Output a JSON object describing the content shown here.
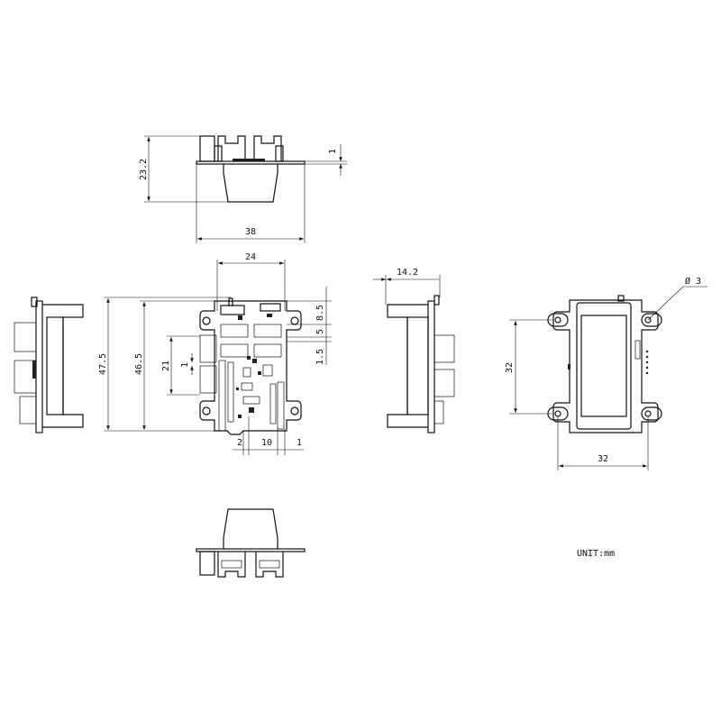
{
  "dimensions": {
    "top_height": "23.2",
    "top_width": "38",
    "top_pcb_thickness": "1",
    "front_width": "24",
    "front_height_overall": "47.5",
    "front_height_pcb": "46.5",
    "front_connector_span": "21",
    "front_connector_gap": "1",
    "front_right_a": "8.5",
    "front_right_b": "5",
    "front_right_c": "1.5",
    "front_bottom_a": "2",
    "front_bottom_b": "10",
    "front_bottom_c": "1",
    "side_depth": "14.2",
    "hole_diameter": "Ø 3",
    "hole_spacing_v": "32",
    "hole_spacing_h": "32"
  },
  "unit_label": "UNIT:mm",
  "colors": {
    "line": "#111111",
    "background": "#ffffff"
  }
}
